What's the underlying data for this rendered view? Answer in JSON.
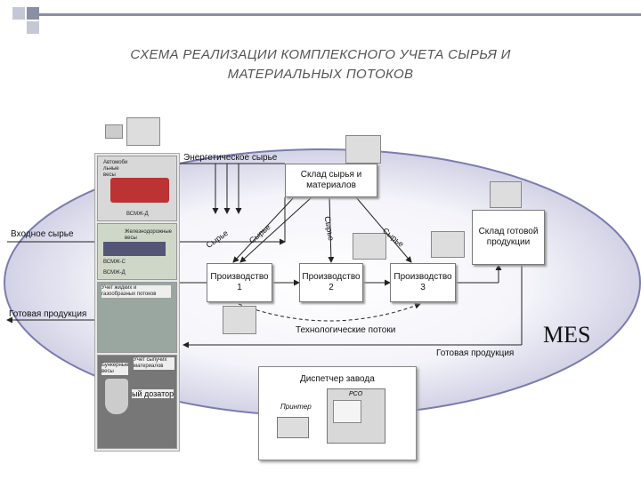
{
  "title": {
    "line1": "СХЕМА  РЕАЛИЗАЦИИ  КОМПЛЕКСНОГО  УЧЕТА  СЫРЬЯ  И",
    "line2": "МАТЕРИАЛЬНЫХ  ПОТОКОВ"
  },
  "labels": {
    "energy": "Энергетическое сырье",
    "input_raw": "Входное сырье",
    "finished_left": "Готовая продукция",
    "finished_bottom": "Готовая продукция",
    "tech_flows": "Технологические потоки",
    "mes": "MES",
    "raw1": "Сырье",
    "raw2": "Сырье",
    "raw3": "Сырье",
    "raw4": "Сырье"
  },
  "boxes": {
    "warehouse_raw": "Склад сырья и материалов",
    "warehouse_finished": "Склад готовой продукции",
    "prod1": "Производство 1",
    "prod2": "Производство 2",
    "prod3": "Производство 3"
  },
  "dispatcher": {
    "title": "Диспетчер завода",
    "printer": "Принтер",
    "pc_label": "PCO"
  },
  "panel": {
    "truck_caption": "Автомоби льные весы",
    "rail_caption": "Железнодорожные весы",
    "scale1": "ВСМЖ-Д",
    "scale2": "ВСМЖ-С",
    "scale3": "ВСМЖ-Д",
    "liquid_caption": "Учет жидких и газообразных потоков",
    "bunker_caption": "Бункерные весы",
    "bulk_caption": "Учет сыпучих материалов",
    "dosing": "ый дозатор"
  },
  "colors": {
    "ellipse": "#7b7bb0",
    "ellipse_light": "#e6e6f2",
    "bullet_dark": "#8a8fa3",
    "bullet_light": "#c4c8d4"
  }
}
